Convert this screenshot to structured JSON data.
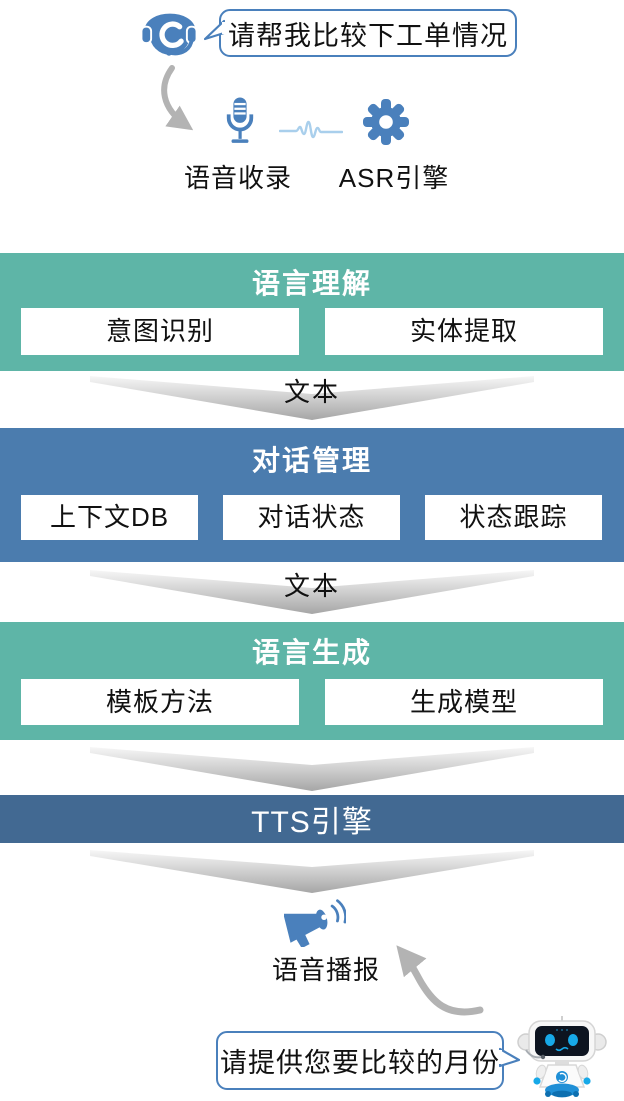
{
  "meta": {
    "diagram": "voice-dialog-system-pipeline"
  },
  "colors": {
    "teal_block": "#5EB5A7",
    "blue_block": "#4B7CAE",
    "dark_blue_block": "#426992",
    "icon_blue": "#4A80BC",
    "waveform_blue": "#A9CFEC",
    "bubble_border": "#4A80BC",
    "arrow_gray": "#B3B3B3"
  },
  "top": {
    "user_bubble_text": "请帮我比较下工单情况",
    "voice_capture_label": "语音收录",
    "asr_engine_label": "ASR引擎"
  },
  "stages": [
    {
      "title": "语言理解",
      "items": [
        "意图识别",
        "实体提取"
      ]
    },
    {
      "title": "对话管理",
      "items": [
        "上下文DB",
        "对话状态",
        "状态跟踪"
      ]
    },
    {
      "title": "语言生成",
      "items": [
        "模板方法",
        "生成模型"
      ]
    },
    {
      "title": "TTS引擎",
      "items": []
    }
  ],
  "connectors": [
    {
      "label": "文本"
    },
    {
      "label": "文本"
    },
    {
      "label": ""
    },
    {
      "label": ""
    }
  ],
  "bottom": {
    "speaker_label": "语音播报",
    "bot_bubble_text": "请提供您要比较的月份"
  },
  "icons": [
    "headset-operator-icon",
    "microphone-icon",
    "waveform-icon",
    "gear-icon",
    "megaphone-icon",
    "robot-icon",
    "curved-arrow-down-icon",
    "curved-arrow-up-icon"
  ]
}
